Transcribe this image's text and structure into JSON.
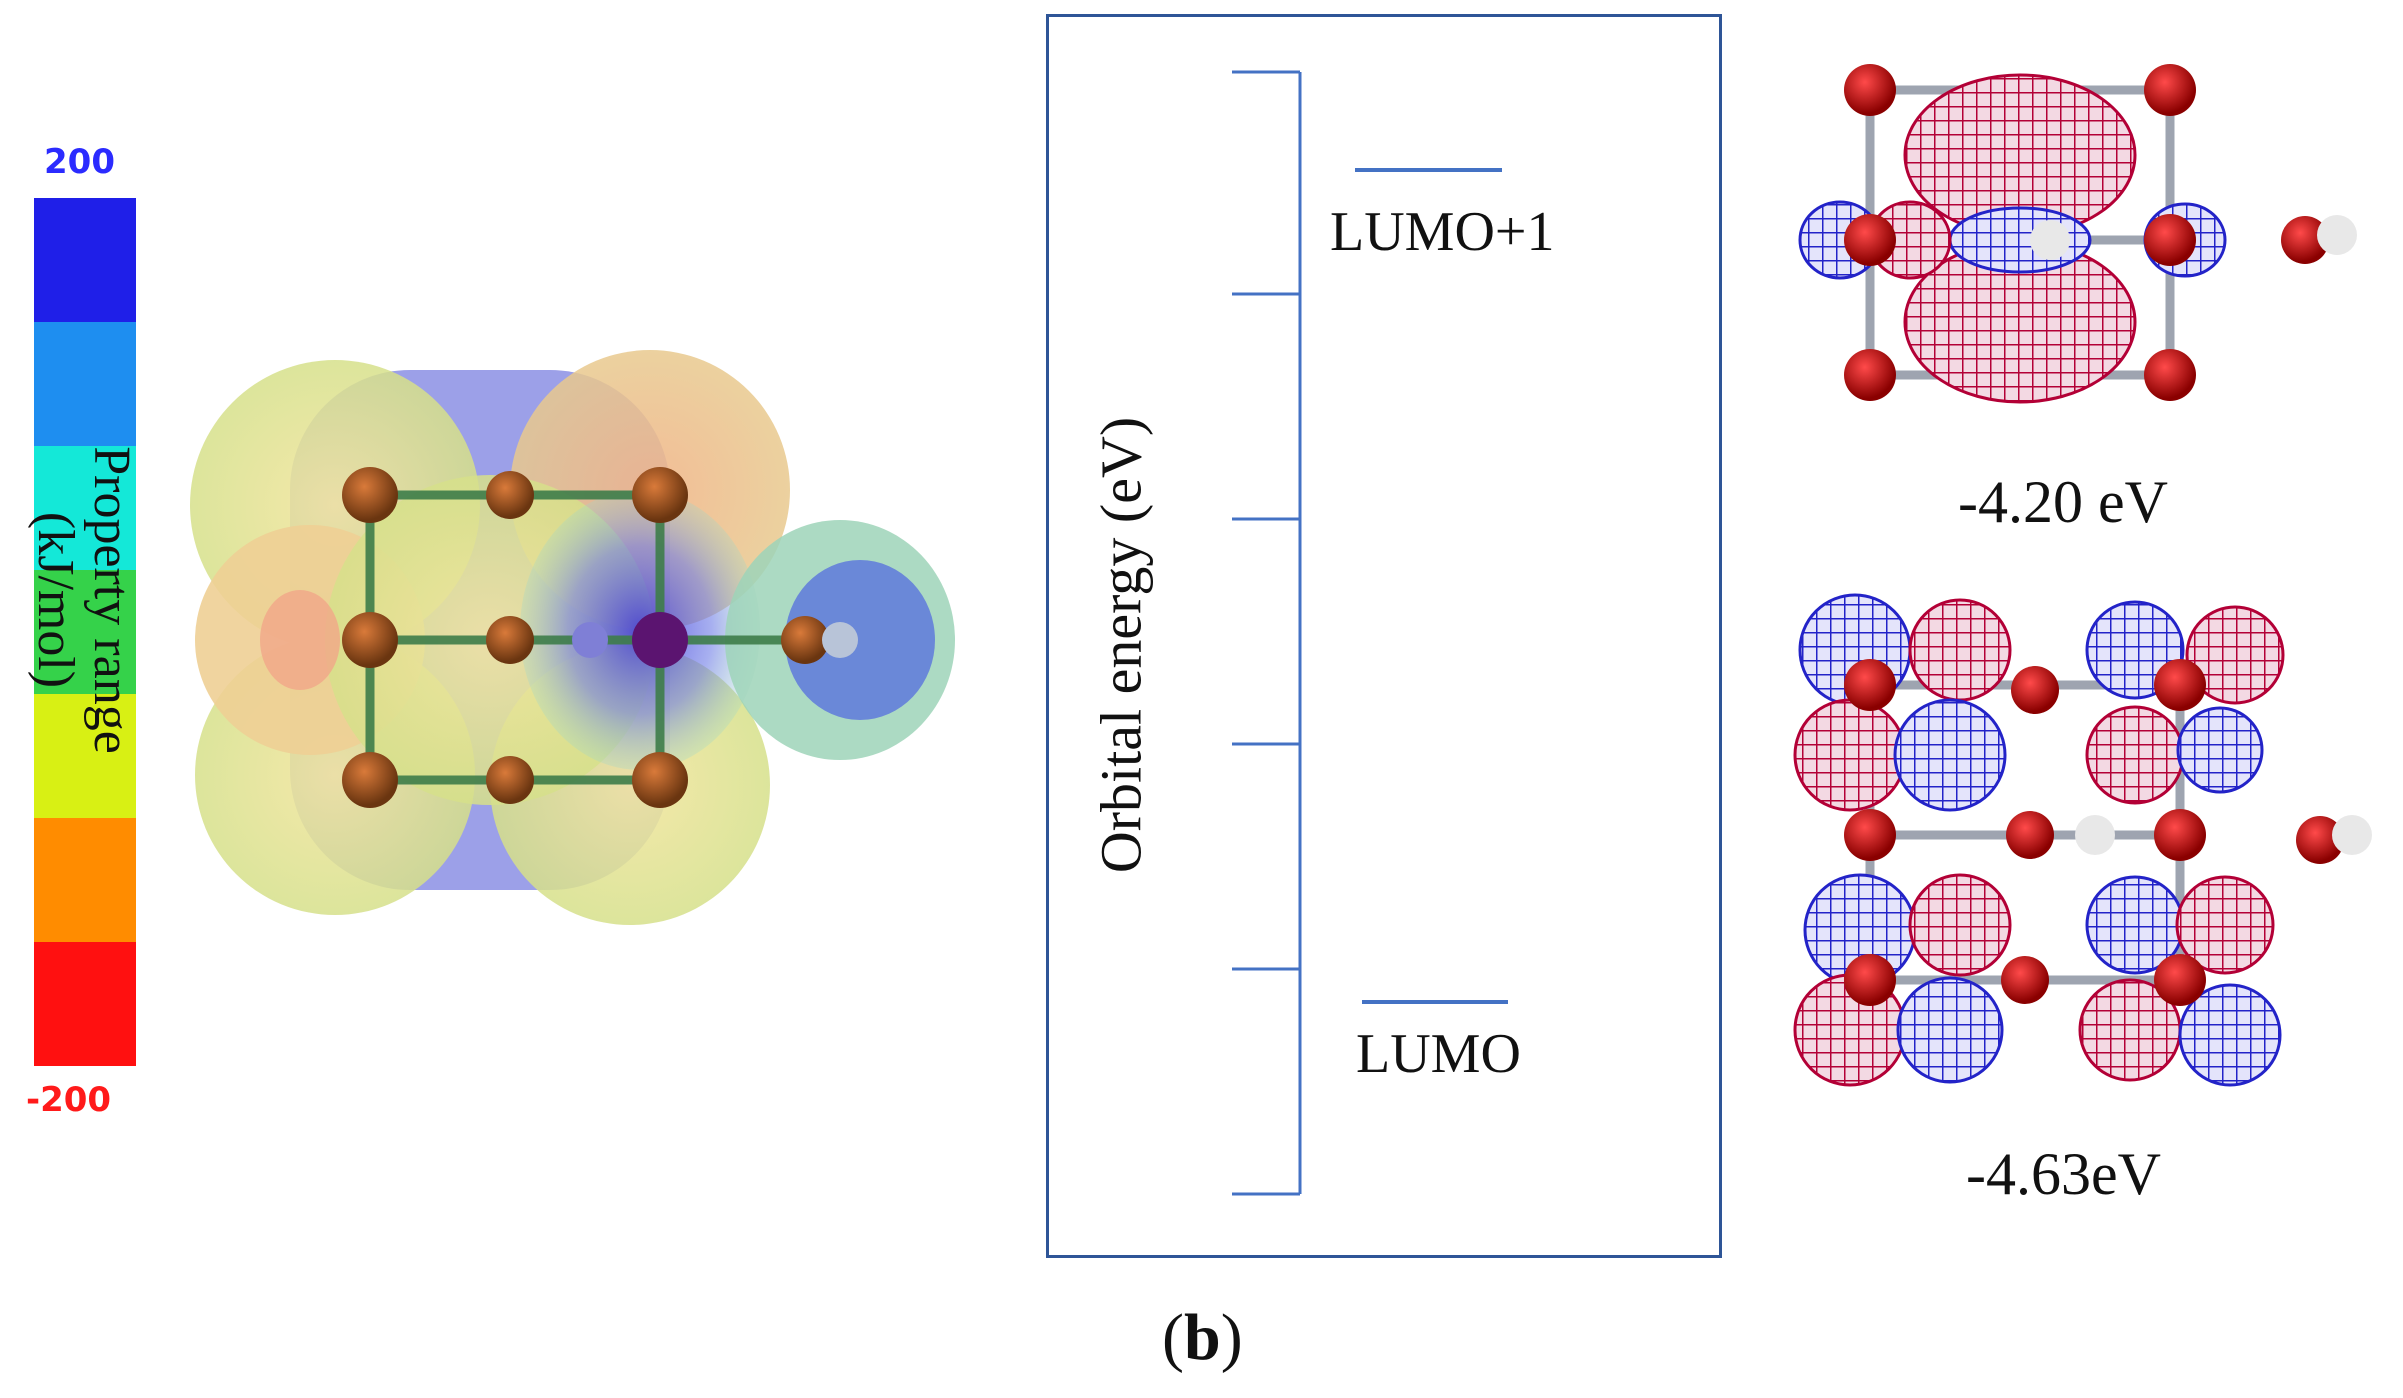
{
  "colorscale": {
    "max_label": "200",
    "min_label": "-200",
    "title_line1": "Property range",
    "title_line2": "(kJ/mol)",
    "bands": [
      "#1f1fe8",
      "#1e8ef0",
      "#14e8d8",
      "#35d24a",
      "#d8f014",
      "#ff8c00",
      "#ff1010"
    ]
  },
  "energy_diagram": {
    "y_axis_label": "Orbital energy (eV)",
    "levels": [
      {
        "label": "LUMO+1",
        "energy": "-4.20 eV"
      },
      {
        "label": "LUMO",
        "energy": "-4.63eV"
      }
    ]
  },
  "caption": {
    "open": "(",
    "letter": "b",
    "close": ")"
  },
  "colors": {
    "frame": "#2e5597",
    "level_line": "#4472c4",
    "orbital_positive": "#b30000",
    "orbital_negative": "#2323c8",
    "atom": "#c00000"
  }
}
